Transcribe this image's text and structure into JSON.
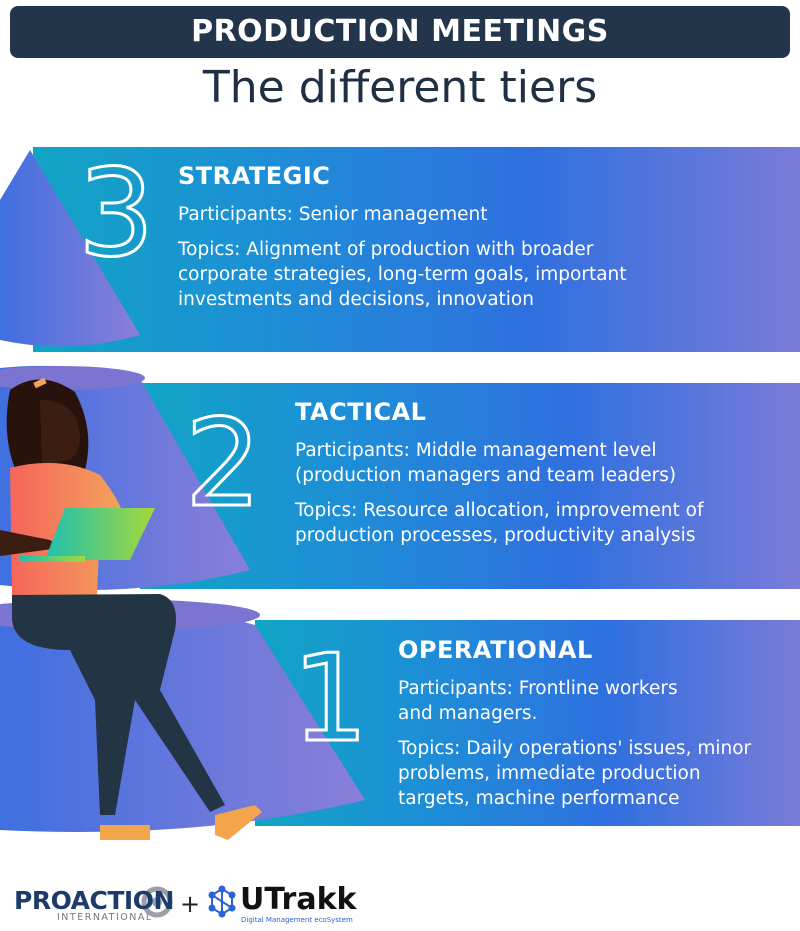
{
  "header": {
    "title": "PRODUCTION MEETINGS",
    "subtitle": "The different tiers"
  },
  "tiers": [
    {
      "number": "3",
      "title": "STRATEGIC",
      "participants": "Participants: Senior management",
      "topics": "Topics: Alignment of production with broader corporate strategies, long-term goals, important investments and decisions, innovation"
    },
    {
      "number": "2",
      "title": "TACTICAL",
      "participants": "Participants: Middle management level (production managers and team leaders)",
      "topics": "Topics: Resource allocation, improvement of production processes, productivity analysis"
    },
    {
      "number": "1",
      "title": "OPERATIONAL",
      "participants": "Participants: Frontline workers and managers.",
      "topics": "Topics: Daily operations' issues, minor problems, immediate production targets, machine performance"
    }
  ],
  "footer": {
    "logo1": "PROACTION",
    "logo1_sub": "INTERNATIONAL",
    "plus": "+",
    "logo2": "UTrakk",
    "logo2_sub": "Digital Management ecoSystem"
  },
  "colors": {
    "header_bg": "#22354a",
    "band_start": "#11a4c4",
    "band_end": "#7a7bd8",
    "cone": "#4a6fe0",
    "shirt": "#f57a5c",
    "laptop": "#7fd24a",
    "pants": "#233445",
    "shoes": "#f2a54a"
  }
}
